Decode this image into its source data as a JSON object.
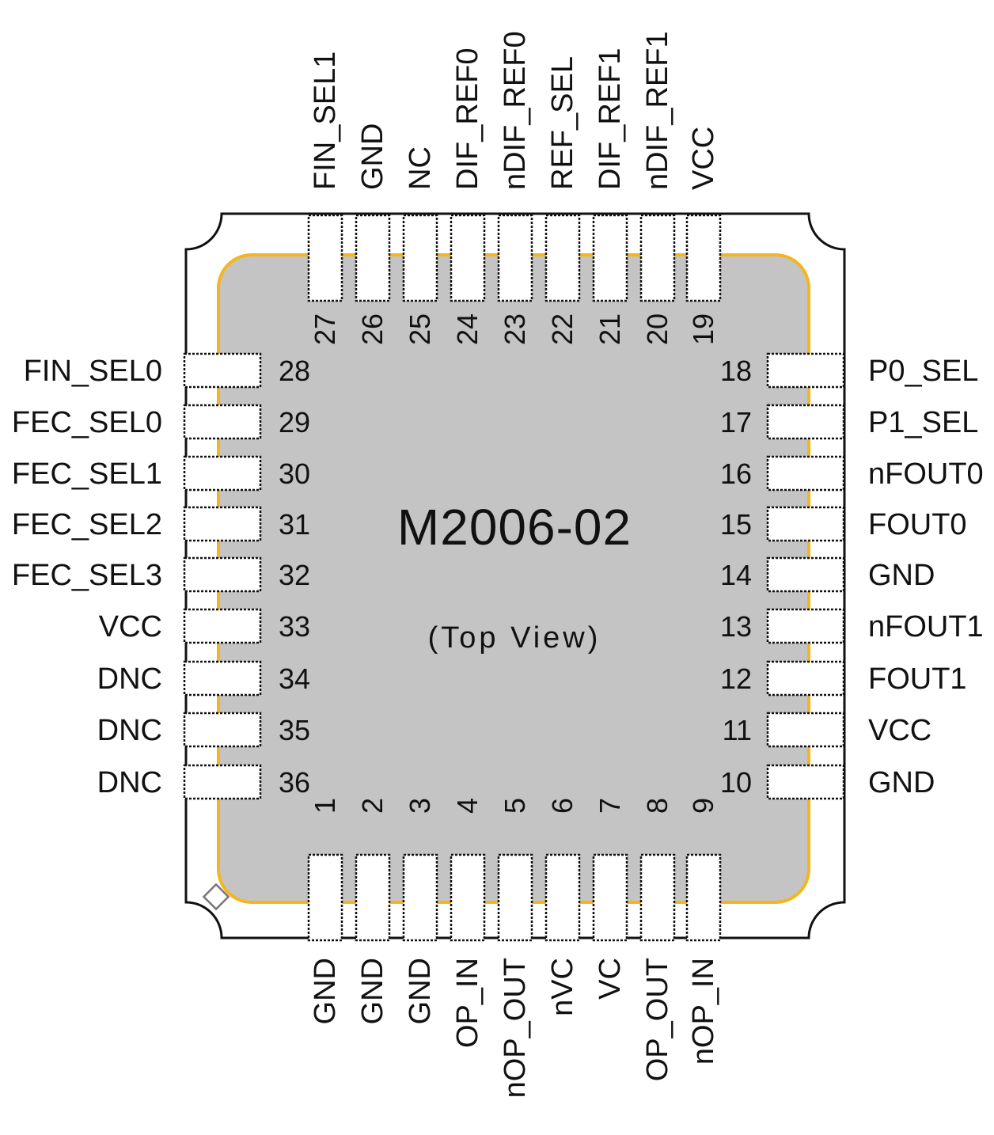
{
  "chip": {
    "part_number": "M2006-02",
    "view_label": "(Top View)",
    "outline_color": "#111111",
    "die_fill": "#c4c4c4",
    "die_outline_color": "#f5b51e"
  },
  "pins": {
    "top": [
      {
        "number": "27",
        "name": "FIN_SEL1"
      },
      {
        "number": "26",
        "name": "GND"
      },
      {
        "number": "25",
        "name": "NC"
      },
      {
        "number": "24",
        "name": "DIF_REF0"
      },
      {
        "number": "23",
        "name": "nDIF_REF0"
      },
      {
        "number": "22",
        "name": "REF_SEL"
      },
      {
        "number": "21",
        "name": "DIF_REF1"
      },
      {
        "number": "20",
        "name": "nDIF_REF1"
      },
      {
        "number": "19",
        "name": "VCC"
      }
    ],
    "bottom": [
      {
        "number": "1",
        "name": "GND"
      },
      {
        "number": "2",
        "name": "GND"
      },
      {
        "number": "3",
        "name": "GND"
      },
      {
        "number": "4",
        "name": "OP_IN"
      },
      {
        "number": "5",
        "name": "nOP_OUT"
      },
      {
        "number": "6",
        "name": "nVC"
      },
      {
        "number": "7",
        "name": "VC"
      },
      {
        "number": "8",
        "name": "OP_OUT"
      },
      {
        "number": "9",
        "name": "nOP_IN"
      }
    ],
    "left": [
      {
        "number": "28",
        "name": "FIN_SEL0"
      },
      {
        "number": "29",
        "name": "FEC_SEL0"
      },
      {
        "number": "30",
        "name": "FEC_SEL1"
      },
      {
        "number": "31",
        "name": "FEC_SEL2"
      },
      {
        "number": "32",
        "name": "FEC_SEL3"
      },
      {
        "number": "33",
        "name": "VCC"
      },
      {
        "number": "34",
        "name": "DNC"
      },
      {
        "number": "35",
        "name": "DNC"
      },
      {
        "number": "36",
        "name": "DNC"
      }
    ],
    "right": [
      {
        "number": "18",
        "name": "P0_SEL"
      },
      {
        "number": "17",
        "name": "P1_SEL"
      },
      {
        "number": "16",
        "name": "nFOUT0"
      },
      {
        "number": "15",
        "name": "FOUT0"
      },
      {
        "number": "14",
        "name": "GND"
      },
      {
        "number": "13",
        "name": "nFOUT1"
      },
      {
        "number": "12",
        "name": "FOUT1"
      },
      {
        "number": "11",
        "name": "VCC"
      },
      {
        "number": "10",
        "name": "GND"
      }
    ]
  }
}
